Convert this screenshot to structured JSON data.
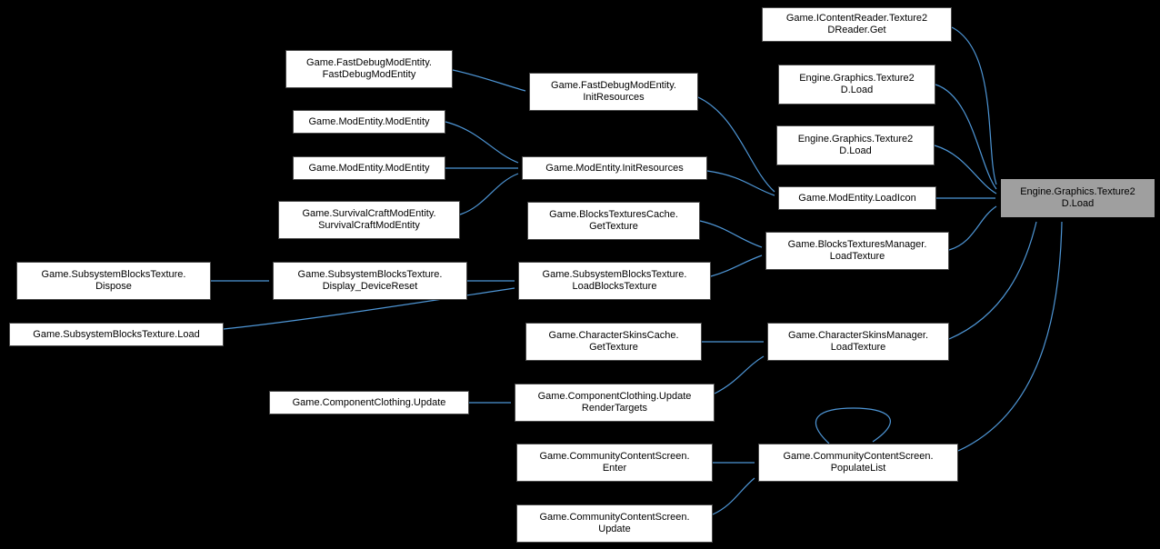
{
  "diagram": {
    "colors": {
      "background": "#000000",
      "node_fill": "#ffffff",
      "node_border": "#4a4a4a",
      "node_text": "#000000",
      "highlight_fill": "#9f9f9f",
      "edge": "#4e96d6"
    },
    "nodes": {
      "icr_get": {
        "label": "Game.IContentReader.Texture2\nDReader.Get"
      },
      "t2d_load_a": {
        "label": "Engine.Graphics.Texture2\nD.Load"
      },
      "t2d_load_b": {
        "label": "Engine.Graphics.Texture2\nD.Load"
      },
      "t2d_load_target": {
        "label": "Engine.Graphics.Texture2\nD.Load"
      },
      "fastdebug_ctor": {
        "label": "Game.FastDebugModEntity.\nFastDebugModEntity"
      },
      "fastdebug_init": {
        "label": "Game.FastDebugModEntity.\nInitResources"
      },
      "modentity_ctor_a": {
        "label": "Game.ModEntity.ModEntity"
      },
      "modentity_ctor_b": {
        "label": "Game.ModEntity.ModEntity"
      },
      "modentity_init": {
        "label": "Game.ModEntity.InitResources"
      },
      "modentity_loadicon": {
        "label": "Game.ModEntity.LoadIcon"
      },
      "survival_ctor": {
        "label": "Game.SurvivalCraftModEntity.\nSurvivalCraftModEntity"
      },
      "btc_get": {
        "label": "Game.BlocksTexturesCache.\nGetTexture"
      },
      "btm_load": {
        "label": "Game.BlocksTexturesManager.\nLoadTexture"
      },
      "sbt_dispose": {
        "label": "Game.SubsystemBlocksTexture.\nDispose"
      },
      "sbt_reset": {
        "label": "Game.SubsystemBlocksTexture.\nDisplay_DeviceReset"
      },
      "sbt_loadblocks": {
        "label": "Game.SubsystemBlocksTexture.\nLoadBlocksTexture"
      },
      "sbt_load": {
        "label": "Game.SubsystemBlocksTexture.Load"
      },
      "csc_get": {
        "label": "Game.CharacterSkinsCache.\nGetTexture"
      },
      "csm_load": {
        "label": "Game.CharacterSkinsManager.\nLoadTexture"
      },
      "cc_update": {
        "label": "Game.ComponentClothing.Update"
      },
      "cc_updatert": {
        "label": "Game.ComponentClothing.Update\nRenderTargets"
      },
      "ccs_enter": {
        "label": "Game.CommunityContentScreen.\nEnter"
      },
      "ccs_populate": {
        "label": "Game.CommunityContentScreen.\nPopulateList"
      },
      "ccs_update": {
        "label": "Game.CommunityContentScreen.\nUpdate"
      }
    },
    "edges": [
      {
        "from": "fastdebug_ctor",
        "to": "fastdebug_init"
      },
      {
        "from": "fastdebug_init",
        "to": "modentity_loadicon"
      },
      {
        "from": "modentity_ctor_a",
        "to": "modentity_init"
      },
      {
        "from": "modentity_ctor_b",
        "to": "modentity_init"
      },
      {
        "from": "survival_ctor",
        "to": "modentity_init"
      },
      {
        "from": "modentity_init",
        "to": "modentity_loadicon"
      },
      {
        "from": "modentity_loadicon",
        "to": "t2d_load_target"
      },
      {
        "from": "icr_get",
        "to": "t2d_load_target"
      },
      {
        "from": "t2d_load_a",
        "to": "t2d_load_target"
      },
      {
        "from": "t2d_load_b",
        "to": "t2d_load_target"
      },
      {
        "from": "btc_get",
        "to": "btm_load"
      },
      {
        "from": "sbt_loadblocks",
        "to": "btm_load"
      },
      {
        "from": "btm_load",
        "to": "t2d_load_target"
      },
      {
        "from": "sbt_dispose",
        "to": "sbt_reset"
      },
      {
        "from": "sbt_reset",
        "to": "sbt_loadblocks"
      },
      {
        "from": "sbt_load",
        "to": "sbt_loadblocks"
      },
      {
        "from": "csc_get",
        "to": "csm_load"
      },
      {
        "from": "cc_updatert",
        "to": "csm_load"
      },
      {
        "from": "csm_load",
        "to": "t2d_load_target"
      },
      {
        "from": "cc_update",
        "to": "cc_updatert"
      },
      {
        "from": "ccs_enter",
        "to": "ccs_populate"
      },
      {
        "from": "ccs_update",
        "to": "ccs_populate"
      },
      {
        "from": "ccs_populate",
        "to": "ccs_populate"
      },
      {
        "from": "ccs_populate",
        "to": "t2d_load_target"
      }
    ]
  }
}
